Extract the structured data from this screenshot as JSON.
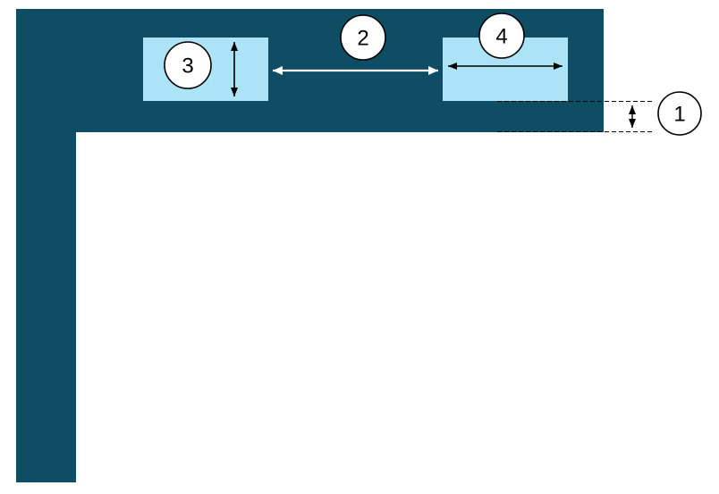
{
  "diagram": {
    "type": "dimension-annotation",
    "callouts": [
      {
        "label": "1"
      },
      {
        "label": "2"
      },
      {
        "label": "3"
      },
      {
        "label": "4"
      }
    ]
  },
  "colors": {
    "background": "#ffffff",
    "frame": "#0e4d63",
    "panel": "#ade3f6",
    "arrow_dark": "#000000",
    "arrow_light": "#ffffff",
    "dashed_line": "#000000",
    "callout_fill": "#ffffff",
    "callout_stroke": "#000000"
  }
}
